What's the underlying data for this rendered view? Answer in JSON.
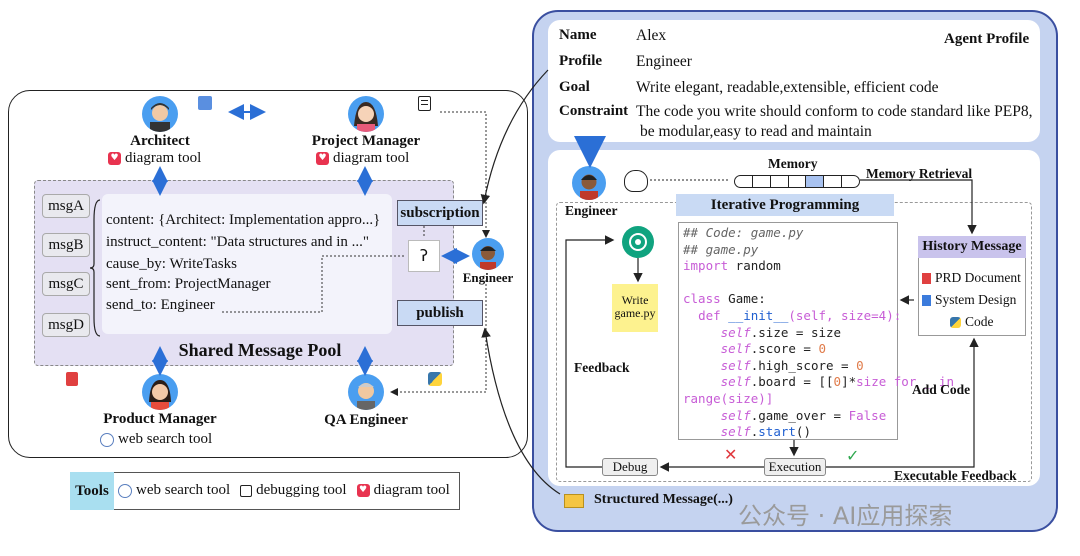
{
  "left": {
    "architect": {
      "name": "Architect",
      "tool": "diagram tool"
    },
    "project_manager": {
      "name": "Project Manager",
      "tool": "diagram tool"
    },
    "product_manager": {
      "name": "Product Manager",
      "tool": "web search tool"
    },
    "qa_engineer": {
      "name": "QA Engineer"
    },
    "engineer": {
      "name": "Engineer"
    },
    "messages": [
      "msgA",
      "msgB",
      "msgC",
      "msgD"
    ],
    "message_content": [
      "content: {Architect: Implementation appro...}",
      "instruct_content: \"Data structures and in ...\"",
      "cause_by: WriteTasks",
      "sent_from: ProjectManager",
      "send_to: Engineer"
    ],
    "subscription": "subscription",
    "publish": "publish",
    "pool_title": "Shared Message Pool"
  },
  "tools": {
    "label": "Tools",
    "items": [
      "web search tool",
      "debugging tool",
      "diagram tool"
    ]
  },
  "profile": {
    "title": "Agent Profile",
    "rows": [
      {
        "key": "Name",
        "value": "Alex"
      },
      {
        "key": "Profile",
        "value": "Engineer"
      },
      {
        "key": "Goal",
        "value": "Write elegant, readable,extensible, efficient code"
      },
      {
        "key": "Constraint",
        "value": "The code you write should conform to code standard like PEP8,"
      }
    ],
    "constraint_cont": "be modular,easy to read and maintain"
  },
  "workflow": {
    "engineer": "Engineer",
    "memory": "Memory",
    "memory_retrieval": "Memory Retrieval",
    "iterative": "Iterative Programming",
    "write_note": [
      "Write",
      "game.py"
    ],
    "feedback": "Feedback",
    "history_title": "History Message",
    "history_items": [
      "PRD Document",
      "System Design",
      "Code"
    ],
    "add_code": "Add Code",
    "debug": "Debug",
    "execution": "Execution",
    "executable_feedback": "Executable Feedback",
    "structured_message": "Structured Message(...)",
    "fail_mark": "✕",
    "ok_mark": "✓"
  },
  "code": {
    "l1": "## Code: game.py",
    "l2": "## game.py",
    "l3_kw": "import",
    "l3_rest": " random",
    "l5_kw": "class",
    "l5_rest": " Game:",
    "l6_kw": "def",
    "l6_fn": " __init__",
    "l6_args": "(self, size=4):",
    "a1_self": "self",
    "a1_rest": ".size = size",
    "a2_self": "self",
    "a2_rest": ".score = ",
    "a2_num": "0",
    "a3_self": "self",
    "a3_rest": ".high_score = ",
    "a3_num": "0",
    "a4_self": "self",
    "a4_rest": ".board = [[",
    "a4_num": "0",
    "a4_rest2": "]*",
    "a4_kw": "size for _ in",
    "a5": "range(size)]",
    "a6_self": "self",
    "a6_rest": ".game_over = ",
    "a6_kw": "False",
    "a7_self": "self",
    "a7_rest": ".",
    "a7_fn": "start",
    "a7_end": "()"
  },
  "watermark": "公众号 · AI应用探索",
  "colors": {
    "panel_blue": "#c5d3f0",
    "panel_border": "#3a4fa0",
    "pool": "#e4e0f3",
    "box_blue": "#c9daf4",
    "history_purple": "#c9c3ec",
    "note_yellow": "#fdf28f",
    "arrow_blue": "#2b6fd6",
    "tool_pink": "#e8334f",
    "gpt_green": "#10a37f"
  }
}
